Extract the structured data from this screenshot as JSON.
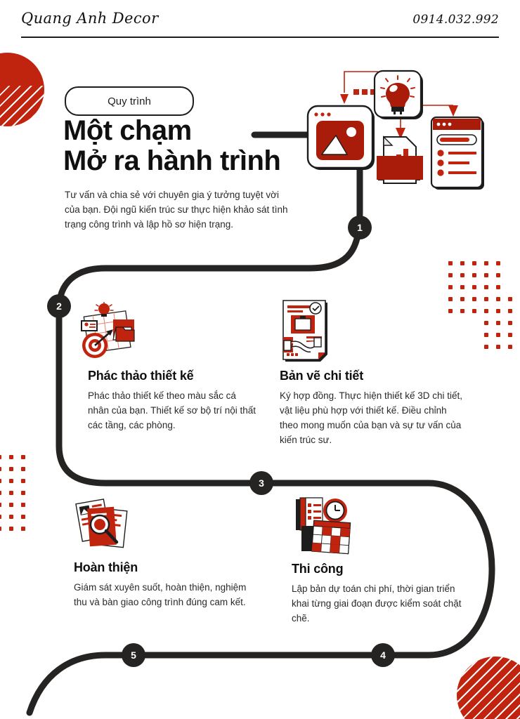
{
  "header": {
    "brand": "Quang Anh Decor",
    "phone": "0914.032.992"
  },
  "hero": {
    "pill_label": "Quy trình",
    "title_line1": "Một chạm",
    "title_line2": "Mở ra hành trình",
    "body": "Tư vấn và chia sẻ với chuyên gia ý tưởng tuyệt vời của bạn. Đội ngũ kiến trúc sư thực hiện khảo sát tình trạng công trình và lập hồ sơ hiện trạng."
  },
  "badges": [
    {
      "number": "1"
    },
    {
      "number": "2"
    },
    {
      "number": "3"
    },
    {
      "number": "4"
    },
    {
      "number": "5"
    }
  ],
  "steps": [
    {
      "id": "phac-thao-thiet-ke",
      "title": "Phác thảo thiết kế",
      "body": "Phác thảo thiết kế theo màu sắc cá nhân của bạn. Thiết kế sơ bộ trí nội thất các tầng, các phòng.",
      "icon": "target-blueprint-icon"
    },
    {
      "id": "ban-ve-chi-tiet",
      "title": "Bản vẽ chi tiết",
      "body": "Ký hợp đồng. Thực hiện thiết kế 3D chi tiết, vật liệu phù hợp với thiết kế. Điều chỉnh theo mong muốn của bạn và sự tư vấn của kiến trúc sư.",
      "icon": "handshake-contract-icon"
    },
    {
      "id": "hoan-thien",
      "title": "Hoàn thiện",
      "body": "Giám sát xuyên suốt, hoàn thiện, nghiệm thu và bàn giao công trình đúng cam kết.",
      "icon": "document-magnifier-icon"
    },
    {
      "id": "thi-cong",
      "title": "Thi công",
      "body": "Lập bản dự toán chi phí, thời gian triển khai từng giai đoạn được kiểm soát chặt chẽ.",
      "icon": "calendar-clock-icon"
    }
  ],
  "hero_icons": [
    {
      "name": "lightbulb-card-icon"
    },
    {
      "name": "image-window-card-icon"
    },
    {
      "name": "chart-document-folder-icon"
    },
    {
      "name": "checklist-tablet-icon"
    }
  ],
  "colors": {
    "red": "#c0230e",
    "red_dark": "#a81c09",
    "ink": "#262323",
    "text": "#2a2a2a"
  }
}
